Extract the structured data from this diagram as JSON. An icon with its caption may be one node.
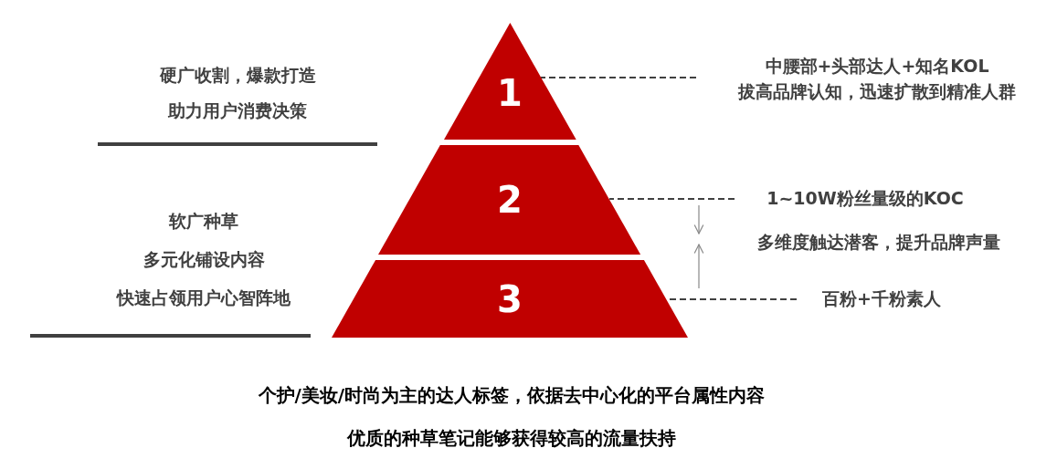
{
  "diagram": {
    "nodes": [
      {
        "text": [
          "1"
        ]
      },
      {
        "text": [
          "2"
        ]
      },
      {
        "text": [
          "3"
        ]
      },
      {
        "text": [
          "中腰部+头部达人+知名KOL",
          "拔高品牌认知，迅速扩散到精准人群"
        ]
      },
      {
        "text": [
          "1~10W粉丝量级的KOC"
        ]
      },
      {
        "text": [
          "百粉+千粉素人"
        ]
      }
    ],
    "edges": [
      {
        "from": 3,
        "to": 0,
        "arrow": "none",
        "style": "dashed"
      },
      {
        "from": 4,
        "to": 1,
        "arrow": "none",
        "style": "dashed"
      },
      {
        "from": 5,
        "to": 2,
        "arrow": "none",
        "style": "dashed"
      }
    ],
    "labels": [
      "硬广收割，爆款打造",
      "助力用户消费决策",
      "多维度触达潜客，提升品牌声量",
      "软广种草",
      "多元化铺设内容",
      "快速占领用户心智阵地",
      "个护/美妆/时尚为主的达人标签，依据去中心化的平台属性内容",
      "优质的种草笔记能够获得较高的流量扶持"
    ]
  }
}
